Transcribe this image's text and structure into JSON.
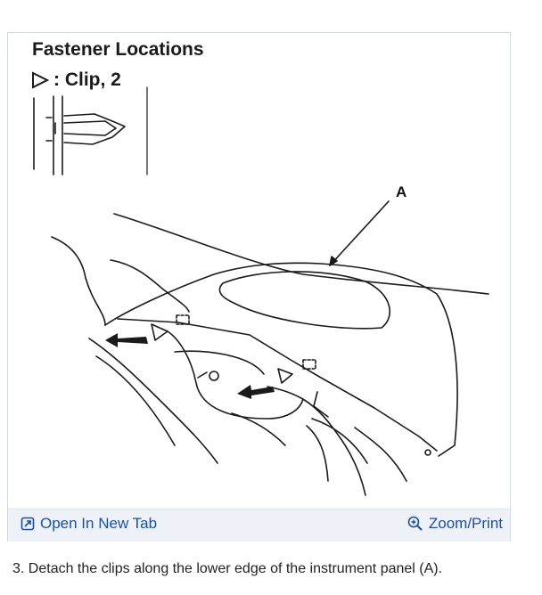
{
  "figure": {
    "title": "Fastener Locations",
    "legend_label": ": Clip, 2",
    "callout": "A"
  },
  "toolbar": {
    "open_label": "Open In New Tab",
    "zoom_label": "Zoom/Print"
  },
  "caption": "3. Detach the clips along the lower edge of the instrument panel (A).",
  "colors": {
    "link": "#1c4f9c",
    "toolbar_bg": "#eef2f8"
  },
  "icons": {
    "open": "open-new-tab-icon",
    "zoom": "zoom-icon"
  }
}
